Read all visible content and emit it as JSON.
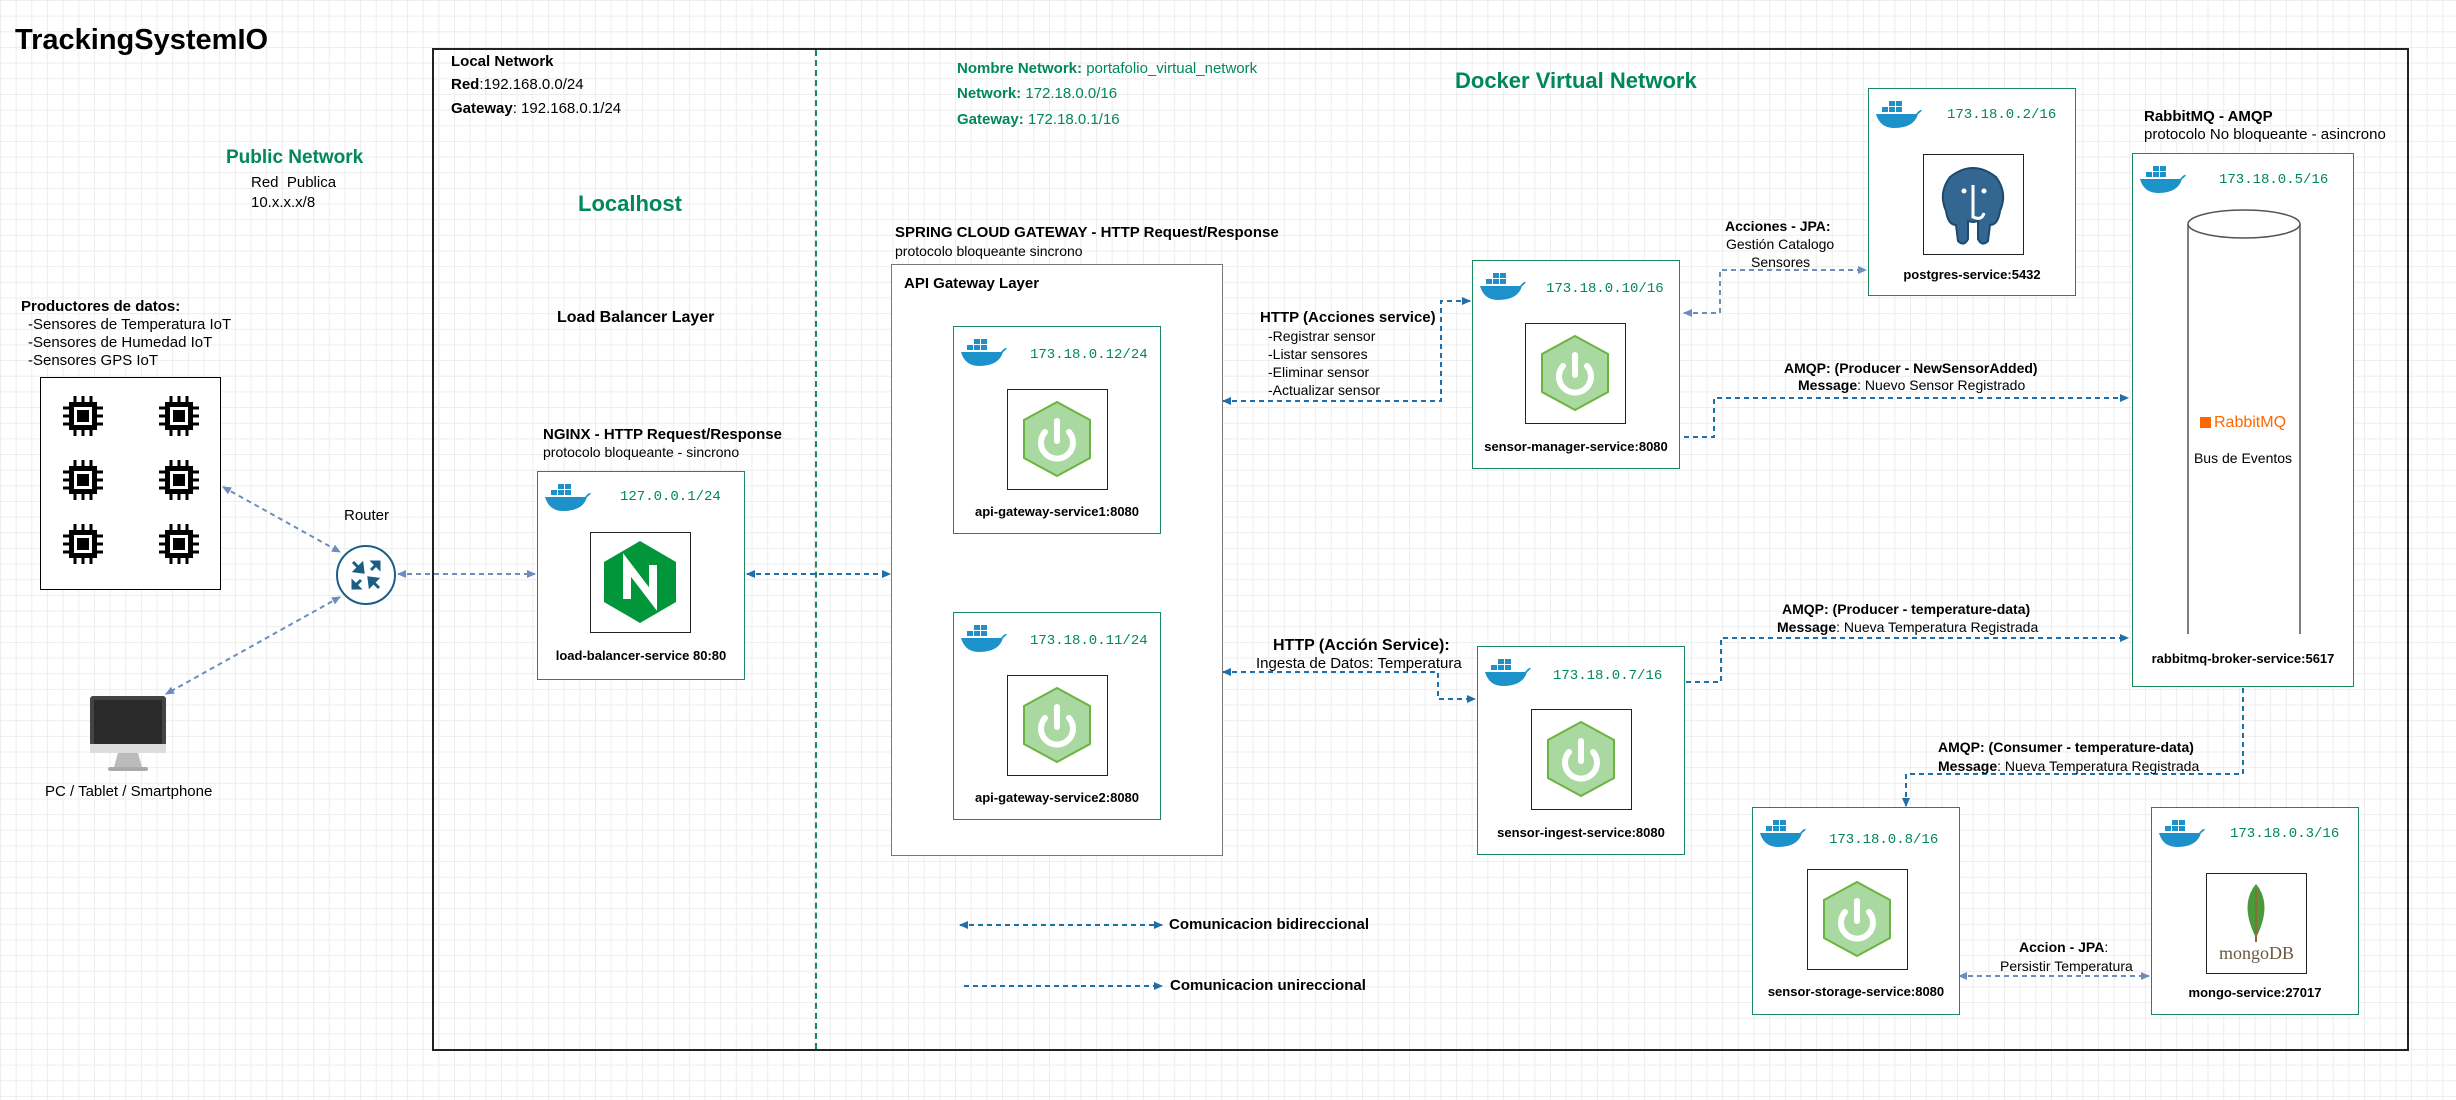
{
  "title": "TrackingSystemIO",
  "public_network": {
    "title": "Public Network",
    "line1": "Red  Publica",
    "line2": "10.x.x.x/8"
  },
  "producers": {
    "title": "Productores de datos:",
    "items": [
      "-Sensores de Temperatura IoT",
      "-Sensores de Humedad IoT",
      "-Sensores GPS IoT"
    ]
  },
  "router": {
    "label": "Router"
  },
  "client": {
    "label": "PC / Tablet / Smartphone"
  },
  "local_network": {
    "title": "Local Network",
    "red_key": "Red",
    "red_value": ":192.168.0.0/24",
    "gw_key": "Gateway",
    "gw_value": ": 192.168.0.1/24"
  },
  "localhost": {
    "title": "Localhost"
  },
  "load_balancer_layer": {
    "title": "Load Balancer Layer"
  },
  "nginx": {
    "title": "NGINX - HTTP Request/Response",
    "subtitle": "protocolo bloqueante - sincrono",
    "ip": "127.0.0.1/24",
    "service": "load-balancer-service 80:80"
  },
  "docker_network": {
    "title": "Docker Virtual Network",
    "name_key": "Nombre Network:",
    "name_value": "portafolio_virtual_network",
    "net_key": "Network:",
    "net_value": "172.18.0.0/16",
    "gw_key": "Gateway:",
    "gw_value": "172.18.0.1/16"
  },
  "gateway": {
    "title": "SPRING CLOUD GATEWAY - HTTP Request/Response",
    "subtitle": "protocolo bloqueante sincrono",
    "layer": "API Gateway Layer",
    "svc1_ip": "173.18.0.12/24",
    "svc1_name": "api-gateway-service1:8080",
    "svc2_ip": "173.18.0.11/24",
    "svc2_name": "api-gateway-service2:8080"
  },
  "http_actions": {
    "title": "HTTP (Acciones service)",
    "items": [
      "-Registrar sensor",
      "-Listar sensores",
      "-Eliminar sensor",
      "-Actualizar sensor"
    ]
  },
  "http_ingest": {
    "title": "HTTP (Acción Service):",
    "subtitle": "Ingesta de Datos: Temperatura"
  },
  "sensor_manager": {
    "ip": "173.18.0.10/16",
    "name": "sensor-manager-service:8080"
  },
  "sensor_ingest": {
    "ip": "173.18.0.7/16",
    "name": "sensor-ingest-service:8080"
  },
  "sensor_storage": {
    "ip": "173.18.0.8/16",
    "name": "sensor-storage-service:8080"
  },
  "postgres": {
    "ip": "173.18.0.2/16",
    "name": "postgres-service:5432"
  },
  "mongo": {
    "ip": "173.18.0.3/16",
    "name": "mongo-service:27017",
    "logo": "mongoDB"
  },
  "rabbit": {
    "title": "RabbitMQ - AMQP",
    "subtitle": "protocolo No bloqueante - asincrono",
    "ip": "173.18.0.5/16",
    "logo": "RabbitMQ",
    "bus": "Bus de Eventos",
    "name": "rabbitmq-broker-service:5617"
  },
  "jpa_actions": {
    "title": "Acciones - JPA:",
    "line1": "Gestión Catalogo",
    "line2": "Sensores"
  },
  "amqp_new_sensor": {
    "title": "AMQP: (Producer - NewSensorAdded)",
    "msg_key": "Message",
    "msg_value": ": Nuevo Sensor Registrado"
  },
  "amqp_temp_producer": {
    "title": "AMQP: (Producer - temperature-data)",
    "msg_key": "Message",
    "msg_value": ": Nueva Temperatura Registrada"
  },
  "amqp_temp_consumer": {
    "title": "AMQP: (Consumer - temperature-data)",
    "msg_key": "Message",
    "msg_value": ": Nueva Temperatura Registrada"
  },
  "jpa_persist": {
    "title": "Accion - JPA",
    "colon": ":",
    "line1": "Persistir Temperatura"
  },
  "legend": {
    "bidir": "Comunicacion bidireccional",
    "unidir": "Comunicacion unireccional"
  },
  "colors": {
    "accent": "#00875a",
    "arrow": "#1f6fa8",
    "arrow_light": "#6c8ebf",
    "spring": "#6db33f",
    "nginx": "#009639",
    "docker": "#1d91c9"
  }
}
